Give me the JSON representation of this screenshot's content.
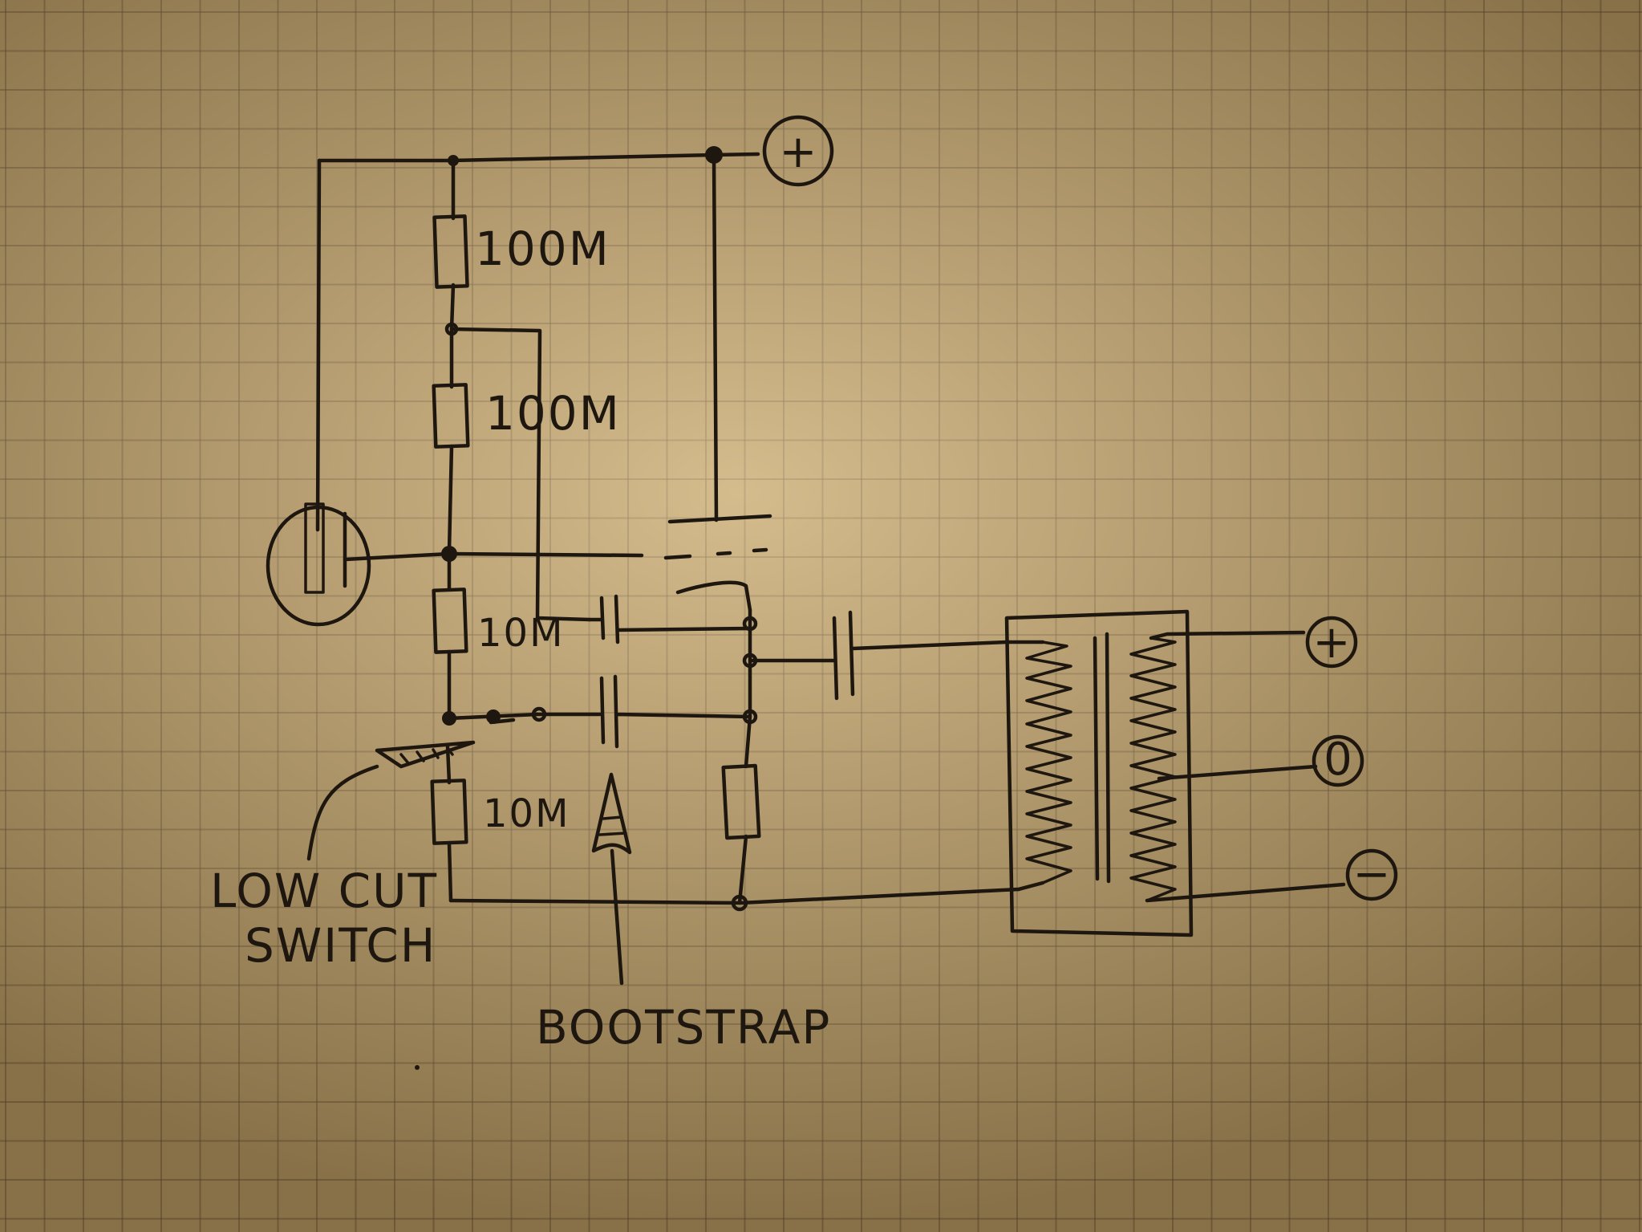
{
  "labels": {
    "r_top": "100M",
    "r_mid": "100M",
    "r_grid": "10M",
    "r_bottom": "10M",
    "low_cut_line1": "LOW CUT",
    "low_cut_line2": "SWITCH",
    "bootstrap": "BOOTSTRAP",
    "supply_plus": "+",
    "out_plus": "+",
    "out_zero": "0",
    "out_minus": "−"
  }
}
